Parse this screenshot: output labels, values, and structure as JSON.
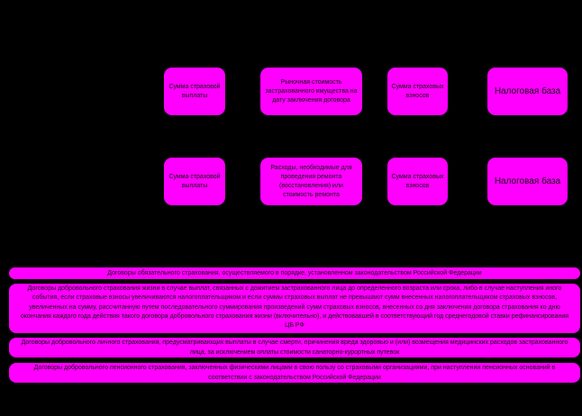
{
  "rows": [
    {
      "box1": "Сумма страховой выплаты",
      "box2": "Рыночная стоимость застрахованного имущества на дату заключения договора",
      "box3": "Сумма страховых взносов",
      "box4": "Налоговая база"
    },
    {
      "box1": "Сумма страховой выплаты",
      "box2": "Расходы, необходимые для проведения ремонта (восстановления) или стоимость ремонта",
      "box3": "Сумма страховых взносов",
      "box4": "Налоговая база"
    }
  ],
  "notes": [
    "Договоры обязательного страхования, осуществляемого в порядке, установленном законодательством Российской Федерации",
    "Договоры добровольного страхования жизни в случае выплат, связанных с дожитием застрахованного лица до определенного возраста или срока, либо в случае наступления иного события, если страховые взносы увеличиваются налогоплательщиком и если суммы страховых выплат не превышают сумм внесенных налогоплательщиком страховых взносов, увеличенных на сумму, рассчитанную путем последовательного суммирования произведений сумм страховых взносов, внесенных со дня заключения договора страхования ко дню окончания каждого года действия такого договора добровольного страхования жизни (включительно), и действовавшей в соответствующий год среднегодовой ставки рефинансирования ЦБ РФ",
    "Договоры добровольного личного страхования, предусматривающих выплаты в случае смерти, причинения вреда здоровью и (или) возмещения медицинских расходов застрахованного лица, за исключением оплаты стоимости санаторно-курортных путевок",
    "Договоры добровольного пенсионного страхования, заключенных физическими лицами в свою пользу со страховыми организациями, при наступлении пенсионных оснований в соответствии с законодательством Российской Федерации"
  ]
}
